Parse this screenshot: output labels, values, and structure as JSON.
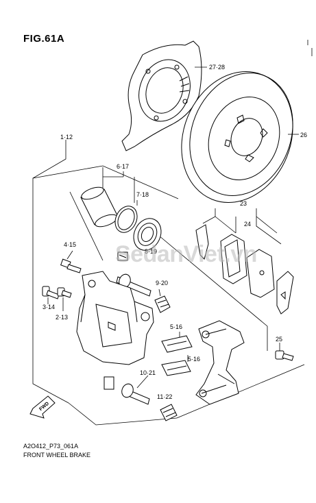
{
  "figure": {
    "title": "FIG.61A",
    "code": "A2O412_P73_061A",
    "caption": "FRONT WHEEL BRAKE",
    "watermark": "SedanViet.vn"
  },
  "callouts": [
    {
      "id": "27",
      "text": "27·28"
    },
    {
      "id": "26",
      "text": "26"
    },
    {
      "id": "1",
      "text": "1·12"
    },
    {
      "id": "6",
      "text": "6·17"
    },
    {
      "id": "7",
      "text": "7·18"
    },
    {
      "id": "23",
      "text": "23"
    },
    {
      "id": "24",
      "text": "24"
    },
    {
      "id": "4",
      "text": "4·15"
    },
    {
      "id": "8",
      "text": "8·19"
    },
    {
      "id": "9",
      "text": "9·20"
    },
    {
      "id": "3",
      "text": "3·14"
    },
    {
      "id": "2",
      "text": "2·13"
    },
    {
      "id": "5a",
      "text": "5·16"
    },
    {
      "id": "5b",
      "text": "5·16"
    },
    {
      "id": "25",
      "text": "25"
    },
    {
      "id": "10",
      "text": "10·21"
    },
    {
      "id": "11",
      "text": "11·22"
    }
  ],
  "direction_arrow": "FWD",
  "colors": {
    "ink": "#000000",
    "background": "#ffffff",
    "watermark": "#b9b9b9"
  }
}
